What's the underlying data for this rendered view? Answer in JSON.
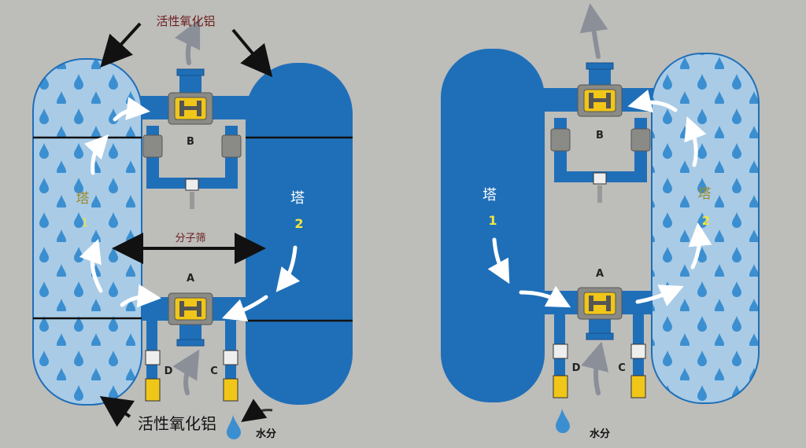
{
  "colors": {
    "background": "#bdbdba",
    "tower_dark": "#1f6fb8",
    "tower_light": "#a9cbe6",
    "drop": "#3b8fd0",
    "valve_gray": "#8a8a86",
    "valve_yellow": "#f0c619",
    "label_dark_red": "#6b1d1d",
    "label_yellow": "#f0e63c",
    "label_olive": "#9a8a2a"
  },
  "left_diagram": {
    "top_label": "活性氧化铝",
    "bottom_label": "活性氧化铝",
    "middle_label": "分子筛",
    "tower1": {
      "label": "塔",
      "number": "1"
    },
    "tower2": {
      "label": "塔",
      "number": "2"
    },
    "valve_top": "B",
    "valve_bottom": "A",
    "valve_left": "D",
    "valve_right": "C",
    "water_label": "水分"
  },
  "right_diagram": {
    "tower1": {
      "label": "塔",
      "number": "1"
    },
    "tower2": {
      "label": "塔",
      "number": "2"
    },
    "valve_top": "B",
    "valve_bottom": "A",
    "valve_left": "D",
    "valve_right": "C",
    "water_label": "水分"
  }
}
